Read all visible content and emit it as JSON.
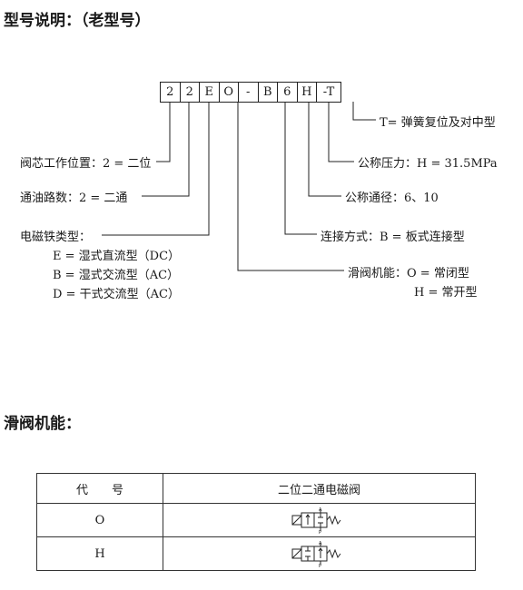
{
  "title": "型号说明：（老型号）",
  "code": [
    "2",
    "2",
    "E",
    "O",
    "-",
    "B",
    "6",
    "H",
    "-T"
  ],
  "left_labels": {
    "core_position": "阀芯工作位置：2 = 二位",
    "port_count": "通油路数：2 = 二通",
    "solenoid_type": "电磁铁类型：",
    "solenoid_options": [
      "E = 湿式直流型（DC）",
      "B = 湿式交流型（AC）",
      "D = 干式交流型（AC）"
    ]
  },
  "right_labels": {
    "spring": "T= 弹簧复位及对中型",
    "pressure": "公称压力：H = 31.5MPa",
    "diameter": "公称通径：6、10",
    "connection": "连接方式：B = 板式连接型",
    "function": "滑阀机能：O = 常闭型",
    "function_alt": "H = 常开型"
  },
  "section2_title": "滑阀机能：",
  "table": {
    "header_code": "代　　号",
    "header_name": "二位二通电磁阀",
    "rows": [
      {
        "code": "O",
        "symbol": "normally-closed-valve-symbol"
      },
      {
        "code": "H",
        "symbol": "normally-open-valve-symbol"
      }
    ],
    "symbol_labels": {
      "top": "A",
      "bottom": "P"
    }
  }
}
